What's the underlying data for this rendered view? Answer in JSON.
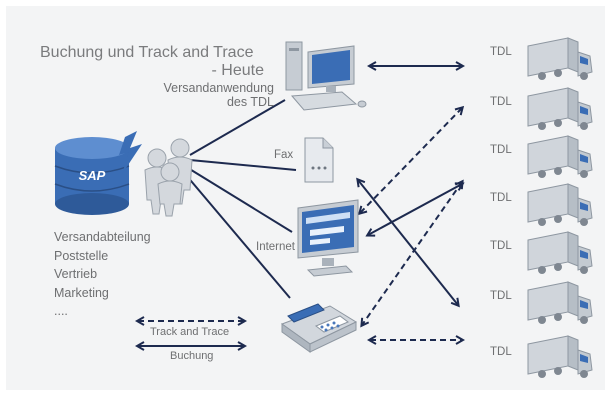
{
  "title": {
    "line1": "Buchung und Track and Trace",
    "line2": "- Heute"
  },
  "nodes": {
    "pc": {
      "label_line1": "Versandanwendung",
      "label_line2": "des TDL",
      "icon": "desktop-computer-icon"
    },
    "fax": {
      "label": "Fax",
      "icon": "fax-document-icon"
    },
    "internet": {
      "label": "Internet",
      "icon": "monitor-browser-icon"
    },
    "phone": {
      "icon": "telephone-icon"
    },
    "sap": {
      "label": "SAP",
      "icon": "sap-database-icon"
    },
    "users": {
      "icon": "user-group-icon"
    }
  },
  "departments": [
    "Versandabteilung",
    "Poststelle",
    "Vertrieb",
    "Marketing",
    "...."
  ],
  "legend": {
    "track_label": "Track and Trace",
    "booking_label": "Buchung"
  },
  "carriers": [
    {
      "label": "TDL",
      "icon": "truck-icon"
    },
    {
      "label": "TDL",
      "icon": "truck-icon"
    },
    {
      "label": "TDL",
      "icon": "truck-icon"
    },
    {
      "label": "TDL",
      "icon": "truck-icon"
    },
    {
      "label": "TDL",
      "icon": "truck-icon"
    },
    {
      "label": "TDL",
      "icon": "truck-icon"
    },
    {
      "label": "TDL",
      "icon": "truck-icon"
    }
  ],
  "colors": {
    "line": "#1d2a4f",
    "icon_blue": "#3a6db5",
    "icon_grey": "#cdd2d8",
    "background": "#f3f4f5"
  }
}
